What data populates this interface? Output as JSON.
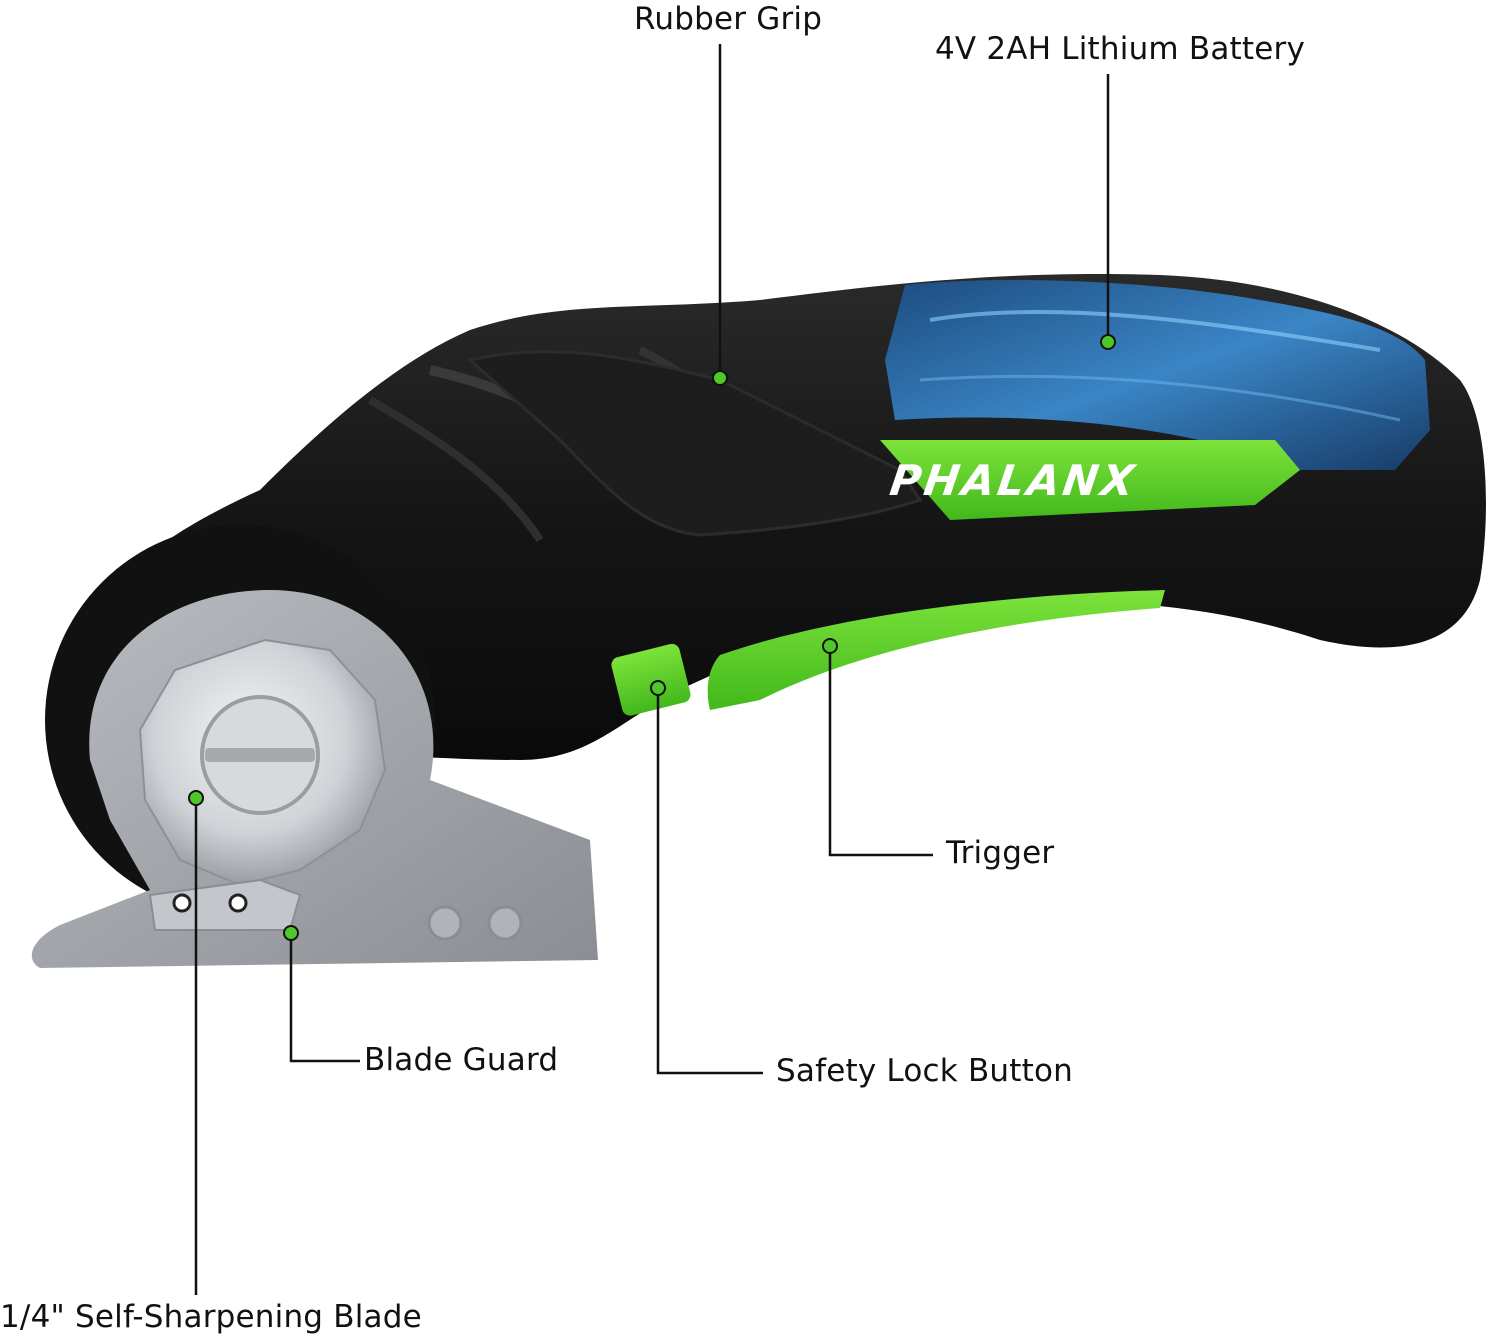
{
  "brand": {
    "name": "PHALANX"
  },
  "colors": {
    "accent_green": "#5fd12b",
    "body_black": "#141414",
    "blade_silver": "#a8acb2",
    "battery_blue": "#2d7fc4",
    "marker_dot": "#4ec82a"
  },
  "callouts": {
    "rubber_grip": "Rubber Grip",
    "battery": "4V 2AH Lithium Battery",
    "trigger": "Trigger",
    "blade_guard": "Blade Guard",
    "safety_lock": "Safety Lock Button",
    "blade": "1/4\" Self-Sharpening Blade"
  }
}
